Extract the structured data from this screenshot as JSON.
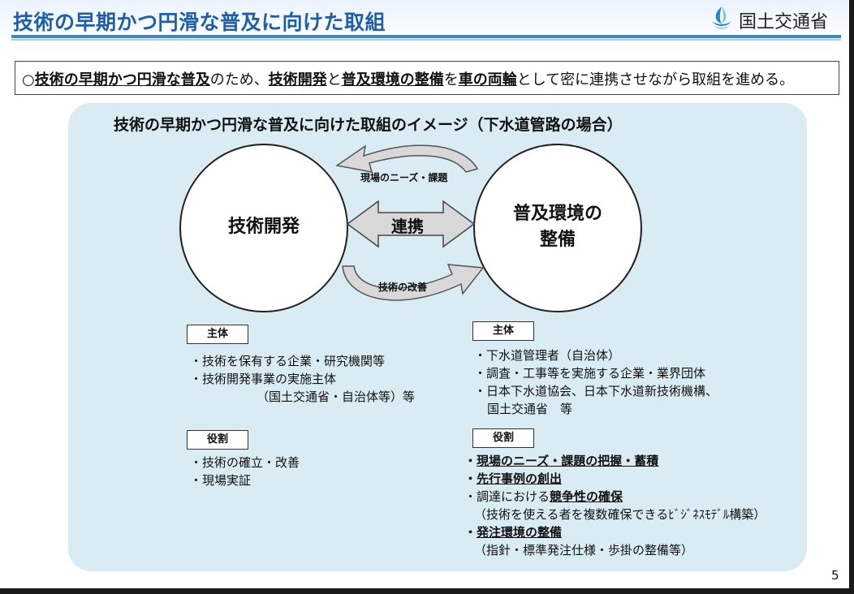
{
  "header": {
    "title": "技術の早期かつ円滑な普及に向けた取組",
    "logo_text": "国土交通省",
    "logo_icon": "mlit-logo-icon"
  },
  "summary": {
    "prefix": "○",
    "p1": "技術の早期かつ円滑な普及",
    "p2": "のため、",
    "p3": "技術開発",
    "p4": "と",
    "p5": "普及環境の整備",
    "p6": "を",
    "p7": "車の両輪",
    "p8": "として密に連携させながら取組を進める。"
  },
  "diagram": {
    "title": "技術の早期かつ円滑な普及に向けた取組のイメージ（下水道管路の場合）",
    "left_circle": "技術開発",
    "right_circle_line1": "普及環境の",
    "right_circle_line2": "整備",
    "top_arrow": "現場のニーズ・課題",
    "center_arrow": "連携",
    "bottom_arrow": "技術の改善"
  },
  "left": {
    "subject_tag": "主体",
    "subject_items": [
      "・技術を保有する企業・研究機関等",
      "・技術開発事業の実施主体",
      "（国土交通省・自治体等）等"
    ],
    "role_tag": "役割",
    "role_items": [
      "・技術の確立・改善",
      "・現場実証"
    ]
  },
  "right": {
    "subject_tag": "主体",
    "subject_items": [
      "・下水道管理者（自治体）",
      "・調査・工事等を実施する企業・業界団体",
      "・日本下水道協会、日本下水道新技術機構、",
      "国土交通省　等"
    ],
    "role_tag": "役割",
    "role_items": {
      "r1_dot": "・",
      "r1": "現場のニーズ・課題の把握・蓄積",
      "r2_dot": "・",
      "r2": "先行事例の創出",
      "r3_pre": "・調達における",
      "r3": "競争性の確保",
      "r3_note": "（技術を使える者を複数確保できるﾋﾞｼﾞﾈｽﾓﾃﾞﾙ構築）",
      "r4_dot": "・",
      "r4": "発注環境の整備",
      "r4_note": "（指針・標準発注仕様・歩掛の整備等）"
    }
  },
  "footer": {
    "page_number": "5"
  },
  "colors": {
    "title_blue": "#1f5ea8",
    "rule_blue": "#3d86c6",
    "panel_bg": "#d9ecf3",
    "arrow_fill": "#d8d8d8"
  }
}
